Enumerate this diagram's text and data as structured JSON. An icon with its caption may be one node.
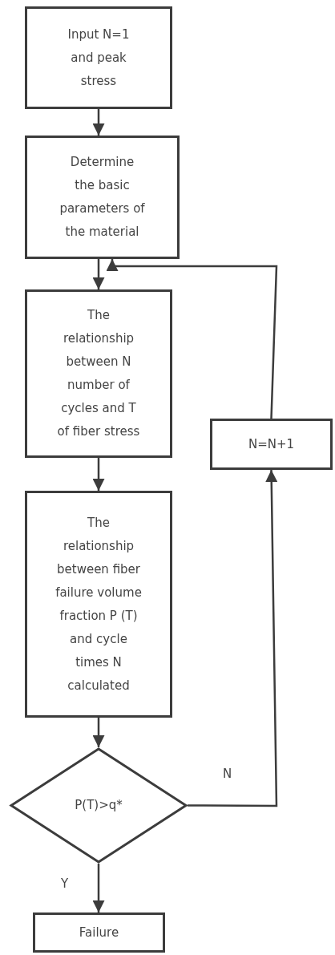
{
  "diagram": {
    "nodes": [
      {
        "text": [
          "Input N=1 and peak stress"
        ]
      },
      {
        "text": [
          "Determine the basic parameters of the material"
        ]
      },
      {
        "text": [
          "The relationship between N number of cycles and T of fiber stress"
        ]
      },
      {
        "text": [
          "The relationship between fiber failure volume fraction P (T) and cycle times N calculated"
        ]
      },
      {
        "text": [
          "P(T)>q*"
        ]
      },
      {
        "text": [
          "Failure"
        ]
      },
      {
        "text": [
          "N=N+1"
        ]
      }
    ],
    "edges": [
      {
        "from": 0,
        "to": 1,
        "arrow": "to"
      },
      {
        "from": 1,
        "to": 2,
        "arrow": "to"
      },
      {
        "from": 2,
        "to": 3,
        "arrow": "to"
      },
      {
        "from": 3,
        "to": 4,
        "arrow": "to"
      },
      {
        "from": 4,
        "to": 5,
        "arrow": "to",
        "label": "Y"
      },
      {
        "from": 4,
        "to": 6,
        "arrow": "to",
        "label": "N"
      },
      {
        "from": 6,
        "to": 1,
        "arrow": "to"
      }
    ]
  }
}
